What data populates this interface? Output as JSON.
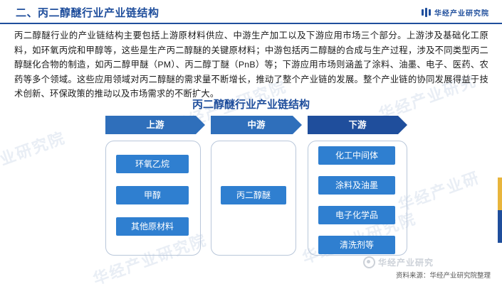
{
  "header": {
    "title": "二、丙二醇醚行业产业链结构",
    "brand": "华经产业研究院",
    "brand_icon": "bars-logo-icon",
    "accent_color": "#1f4e9c"
  },
  "paragraph": "丙二醇醚行业的产业链结构主要包括上游原材料供应、中游生产加工以及下游应用市场三个部分。上游涉及基础化工原料，如环氧丙烷和甲醇等，这些是生产丙二醇醚的关键原材料；中游包括丙二醇醚的合成与生产过程，涉及不同类型丙二醇醚化合物的制造，如丙二醇甲醚（PM）、丙二醇丁醚（PnB）等；下游应用市场则涵盖了涂料、油墨、电子、医药、农药等多个领域。这些应用领域对丙二醇醚的需求量不断增长，推动了整个产业链的发展。整个产业链的协同发展得益于技术创新、环保政策的推动以及市场需求的不断扩大。",
  "chart_data": {
    "type": "diagram",
    "title": "丙二醇醚行业产业链结构",
    "stages": [
      {
        "label": "上游",
        "color": "#2f6fbb",
        "nodes": [
          "环氧乙烷",
          "甲醇",
          "其他原材料"
        ]
      },
      {
        "label": "中游",
        "color": "#2f6fbb",
        "nodes": [
          "丙二醇醚"
        ]
      },
      {
        "label": "下游",
        "color": "#1f4e9c",
        "nodes": [
          "化工中间体",
          "涂料及油墨",
          "电子化学品",
          "清洗剂等"
        ]
      }
    ],
    "node_color": "#2f7fd0"
  },
  "watermarks": [
    "产业研究院",
    "华经产业研究院",
    "华经产业研究院",
    "华经产业研究院",
    "华经产业研究",
    "华经产业研"
  ],
  "footer": {
    "source": "资料来源：华经产业研究院整理",
    "weibo_label": "华经产业研究",
    "weibo_icon": "weibo-eye-icon"
  }
}
